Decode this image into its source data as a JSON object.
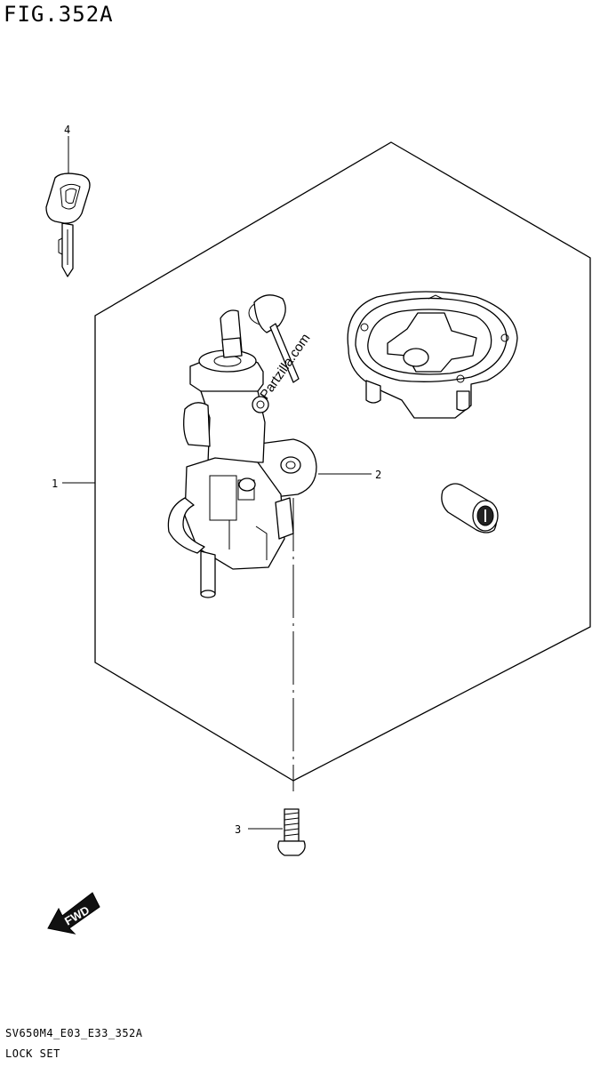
{
  "figure": {
    "title": "FIG.352A",
    "footer_code": "SV650M4_E03_E33_352A",
    "footer_name": "LOCK SET"
  },
  "callouts": [
    {
      "id": "1",
      "label": "1"
    },
    {
      "id": "2",
      "label": "2"
    },
    {
      "id": "3",
      "label": "3"
    },
    {
      "id": "4",
      "label": "4"
    }
  ],
  "watermark": "Partzilla.com",
  "fwd_label": "FWD"
}
